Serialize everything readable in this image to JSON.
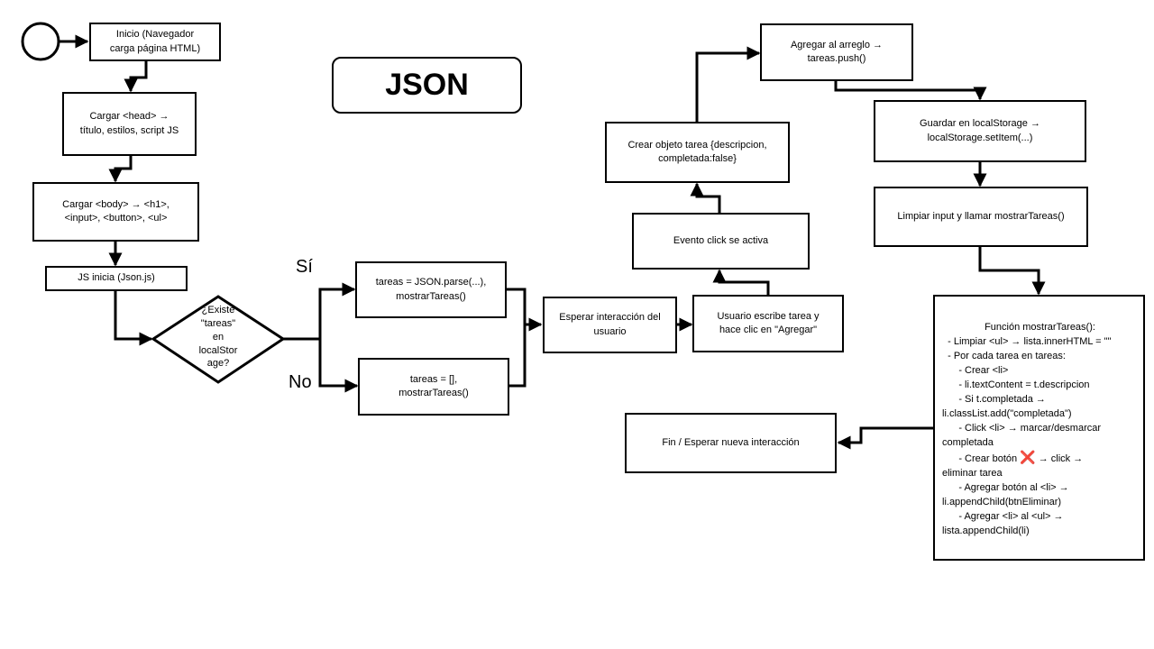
{
  "title": "JSON",
  "labels": {
    "yes": "Sí",
    "no": "No"
  },
  "nodes": {
    "inicio": "Inicio (Navegador\ncarga página HTML)",
    "cargar_head": "Cargar <head> →\ntítulo, estilos, script JS",
    "cargar_body": "Cargar <body> → <h1>,\n<input>, <button>, <ul>",
    "js_inicia": "JS inicia (Json.js)",
    "decision": "¿Existe\n\"tareas\"\nen\nlocalStor\nage?",
    "parse": "tareas = JSON.parse(...),\nmostrarTareas()",
    "vacio": "tareas = [],\nmostrarTareas()",
    "esperar": "Esperar interacción del\nusuario",
    "usuario": "Usuario escribe tarea y\nhace clic en \"Agregar\"",
    "evento": "Evento click se activa",
    "crear_objeto": "Crear objeto tarea {descripcion,\ncompletada:false}",
    "agregar": "Agregar al arreglo →\ntareas.push()",
    "guardar": "Guardar en localStorage →\nlocalStorage.setItem(...)",
    "limpiar": "Limpiar input y llamar mostrarTareas()",
    "fin": "Fin / Esperar nueva interacción"
  },
  "funcion": {
    "title": "Función mostrarTareas():",
    "lines": [
      "  - Limpiar <ul> → lista.innerHTML = \"\"",
      "  - Por cada tarea en tareas:",
      "      - Crear <li>",
      "      - li.textContent = t.descripcion",
      "      - Si t.completada →",
      "li.classList.add(\"completada\")",
      "      - Click <li> → marcar/desmarcar",
      "completada",
      "      - Crear botón",
      "eliminar tarea",
      "      - Agregar botón al <li> →",
      "li.appendChild(btnEliminar)",
      "      - Agregar <li> al <ul> →",
      "lista.appendChild(li)"
    ],
    "x_icon": "cross-mark-icon",
    "x_glyph": "❌",
    "after_x": " → click →"
  },
  "colors": {
    "line": "#000000",
    "x_mark": "#e0245e"
  }
}
